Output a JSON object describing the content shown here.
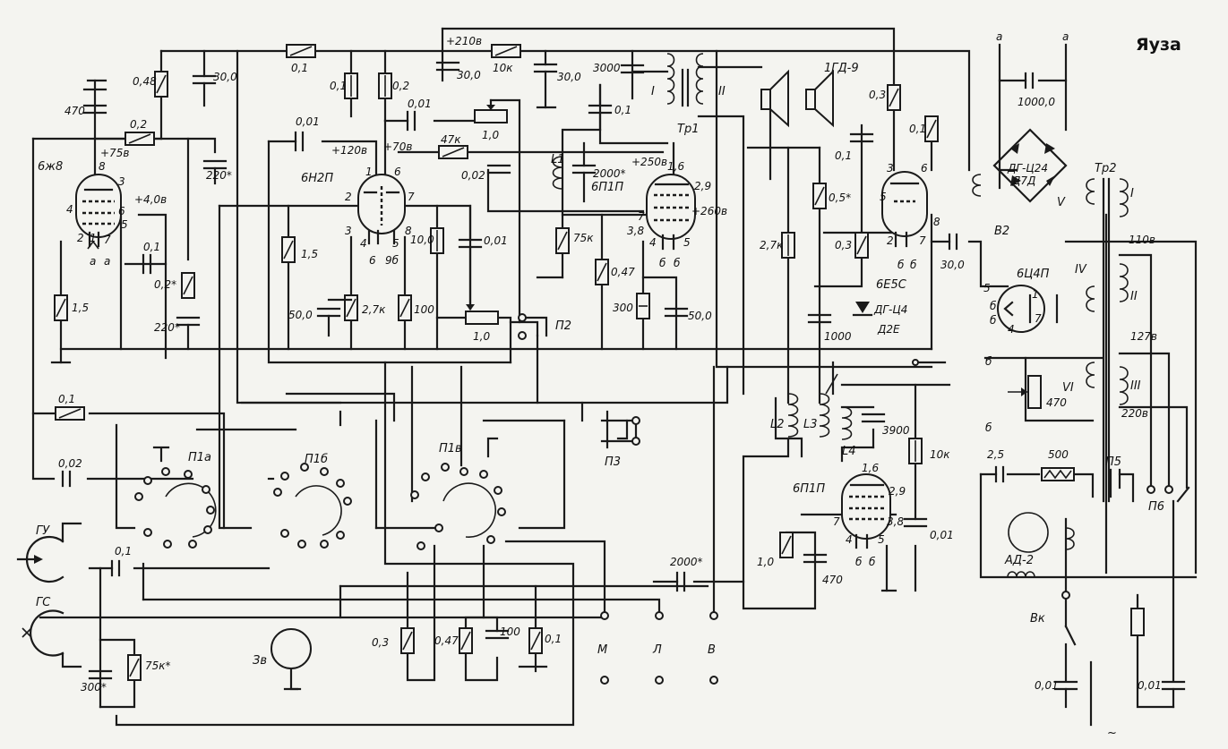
{
  "title": "Яуза",
  "labels": {
    "v210": "+210в",
    "r10k_top": "10к",
    "c30_a": "30,0",
    "c30_b": "30,0",
    "c30_c": "30,0",
    "r01_top": "0,1",
    "r048": "0,48",
    "r01_a": "0,1",
    "r02_a": "0,2",
    "c470_in": "470",
    "v75": "+75в",
    "r02_mid": "0,2",
    "c220s": "220*",
    "tube_6zh8": "6ж8",
    "v40": "+4,0в",
    "pin8": "8",
    "pin3": "3",
    "pin4": "4",
    "pin6": "6",
    "pin5": "5",
    "pin2": "2",
    "pin1": "1",
    "pin7": "7",
    "fa": "а",
    "fa2": "а",
    "c01_g": "0,1",
    "r15_g": "1,5",
    "r02s": "0,2*",
    "c220s_b": "220*",
    "c001_a": "0,01",
    "v120": "+120в",
    "tube_6n2p": "6Н2П",
    "v70": "+70в",
    "r15_b": "1,5",
    "c50_a": "50,0",
    "r27k": "2,7к",
    "r100": "100",
    "p9b": "9б",
    "r10": "10,0",
    "c001_b": "0,01",
    "c001_c": "0,01",
    "pot1": "1,0",
    "r47k": "47к",
    "c002": "0,02",
    "pot2": "1,0",
    "p2": "П2",
    "c3000": "3000",
    "c01_d": "0,1",
    "coil_I": "I",
    "coil_II": "II",
    "tr1": "Тр1",
    "l1": "L1",
    "c2000s": "2000*",
    "v250": "+250в",
    "tube_6p1p": "6П1П",
    "p16": "1,6",
    "p29": "2,9",
    "v260": "+260в",
    "r75k": "75к",
    "r047": "0,47",
    "r300": "300",
    "c50_b": "50,0",
    "p38": "3,8",
    "spk": "1ГД-9",
    "r03_a": "0,3",
    "r01_b": "0,1",
    "c01_e": "0,1",
    "r05s": "0,5*",
    "r27k_b": "2,7к",
    "r03_b": "0,3",
    "tube_6e5c": "6Е5С",
    "diode1": "ДГ-Ц4",
    "d2e": "Д2Е",
    "c1000": "1000",
    "c30_out": "30,0",
    "v2": "В2",
    "tube_6c4p": "6Ц4П",
    "fa3": "а",
    "fa4": "а",
    "c1000_0": "1000,0",
    "dg_c24": "ДГ-Ц24",
    "d7d": "Д7Д",
    "roman_V": "V",
    "tr2": "Тр2",
    "roman_I": "I",
    "v110": "110в",
    "roman_II": "II",
    "v127": "127в",
    "roman_III": "III",
    "v220": "220в",
    "roman_IV": "IV",
    "roman_VI": "VI",
    "r470": "470",
    "fb": "б",
    "fb2": "б",
    "r01_fb": "0,1",
    "c002_b": "0,02",
    "p1a": "П1а",
    "p1b": "П1б",
    "p1v": "П1в",
    "p3": "П3",
    "gu": "ГУ",
    "gs": "ГС",
    "c01_f": "0,1",
    "c300s": "300*",
    "r75ks": "75к*",
    "zv": "Зв",
    "r03_c": "0,3",
    "r047_b": "0,47",
    "c100": "100",
    "r01_c": "0,1",
    "term_m": "М",
    "term_l": "Л",
    "term_v": "В",
    "c2000s_b": "2000*",
    "l2": "L2",
    "l3": "L3",
    "l4": "L4",
    "c3900": "3900",
    "r10k_b": "10к",
    "tube_6p1p_b": "6П1П",
    "p16b": "1,6",
    "p29b": "2,9",
    "p38b": "3,8",
    "r10_b": "1,0",
    "c470_b": "470",
    "c001_d": "0,01",
    "c2_5": "2,5",
    "r500": "500",
    "p5": "П5",
    "p6": "П6",
    "ad2": "АД-2",
    "vk": "Вк",
    "c001_e": "0,01",
    "c001_f": "0,01",
    "ac": "~"
  }
}
